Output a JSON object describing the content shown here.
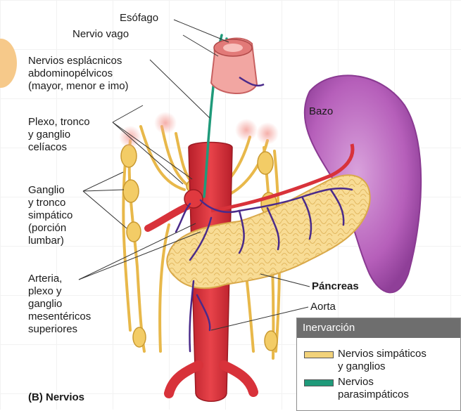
{
  "labels": {
    "esofago": "Esófago",
    "nervio_vago": "Nervio vago",
    "esplacnicos": "Nervios esplácnicos\nabdominopélvicos\n(mayor, menor e imo)",
    "plexo_celiaco": "Plexo, tronco\ny ganglio\ncelíacos",
    "ganglio_simpatico": "Ganglio\ny tronco\nsimpático\n(porción\nlumbar)",
    "arteria_mesenterica": "Arteria,\nplexo y\nganglio\nmesentéricos\nsuperiores",
    "bazo": "Bazo",
    "pancreas": "Páncreas",
    "aorta": "Aorta",
    "caption": "(B) Nervios"
  },
  "legend": {
    "title": "Inervarción",
    "items": [
      {
        "label": "Nervios simpáticos\ny ganglios",
        "color": "#f2d27a"
      },
      {
        "label": "Nervios\nparasimpáticos",
        "color": "#1f9a7a"
      }
    ]
  },
  "colors": {
    "sympathetic": "#f0c860",
    "parasympathetic": "#1f9a7a",
    "artery": "#d8323a",
    "spleen": "#b45cb8",
    "pancreas": "#f7d98e",
    "vein_plexus": "#4a2a8a"
  }
}
